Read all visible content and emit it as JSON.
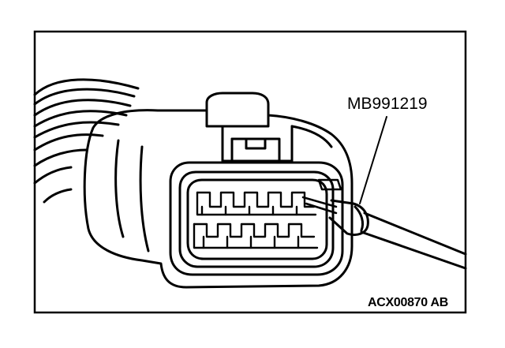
{
  "labels": {
    "tool": "MB991219",
    "figure_id": "ACX00870",
    "figure_suffix": "AB"
  },
  "colors": {
    "line": "#000000",
    "background": "#ffffff"
  }
}
